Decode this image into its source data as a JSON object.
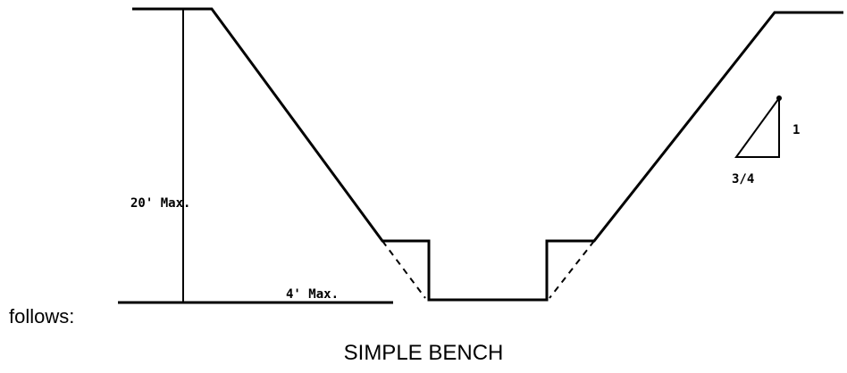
{
  "lead_text": "follows:",
  "caption": "SIMPLE BENCH",
  "labels": {
    "max_depth": "20' Max.",
    "max_bench": "4' Max.",
    "slope_rise": "1",
    "slope_run": "3/4"
  },
  "colors": {
    "ink": "#000000",
    "background": "#ffffff"
  }
}
